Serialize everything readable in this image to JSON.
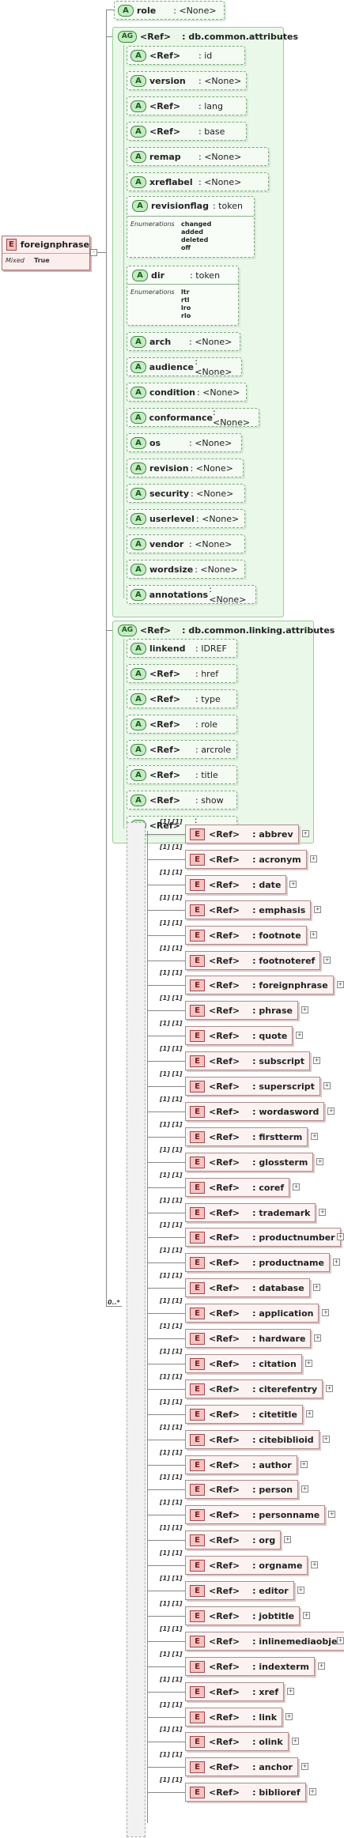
{
  "root": {
    "name": "foreignphrase",
    "badge": "E",
    "mixed_label": "Mixed",
    "mixed_value": "True"
  },
  "role_attr": {
    "badge": "A",
    "name": "role",
    "type": ": <None>"
  },
  "group1": {
    "badge": "AG",
    "ref": "<Ref>",
    "name": ": db.common.attributes",
    "attrs": [
      {
        "badge": "A",
        "name": "<Ref>",
        "type": ": id"
      },
      {
        "badge": "A",
        "name": "version",
        "type": ": <None>"
      },
      {
        "badge": "A",
        "name": "<Ref>",
        "type": ": lang"
      },
      {
        "badge": "A",
        "name": "<Ref>",
        "type": ": base"
      },
      {
        "badge": "A",
        "name": "remap",
        "type": ": <None>"
      },
      {
        "badge": "A",
        "name": "xreflabel",
        "type": ": <None>"
      }
    ],
    "revisionflag": {
      "badge": "A",
      "name": "revisionflag",
      "type": ": token",
      "enum_label": "Enumerations",
      "values": [
        "changed",
        "added",
        "deleted",
        "off"
      ]
    },
    "dir": {
      "badge": "A",
      "name": "dir",
      "type": ": token",
      "enum_label": "Enumerations",
      "values": [
        "ltr",
        "rtl",
        "lro",
        "rlo"
      ]
    },
    "attrs2": [
      {
        "badge": "A",
        "name": "arch",
        "type": ": <None>"
      },
      {
        "badge": "A",
        "name": "audience",
        "type": ": <None>"
      },
      {
        "badge": "A",
        "name": "condition",
        "type": ": <None>"
      },
      {
        "badge": "A",
        "name": "conformance",
        "type": ": <None>"
      },
      {
        "badge": "A",
        "name": "os",
        "type": ": <None>"
      },
      {
        "badge": "A",
        "name": "revision",
        "type": ": <None>"
      },
      {
        "badge": "A",
        "name": "security",
        "type": ": <None>"
      },
      {
        "badge": "A",
        "name": "userlevel",
        "type": ": <None>"
      },
      {
        "badge": "A",
        "name": "vendor",
        "type": ": <None>"
      },
      {
        "badge": "A",
        "name": "wordsize",
        "type": ": <None>"
      },
      {
        "badge": "A",
        "name": "annotations",
        "type": ": <None>"
      }
    ]
  },
  "group2": {
    "badge": "AG",
    "ref": "<Ref>",
    "name": ": db.common.linking.attributes",
    "attrs": [
      {
        "badge": "A",
        "name": "linkend",
        "type": ": IDREF"
      },
      {
        "badge": "A",
        "name": "<Ref>",
        "type": ": href"
      },
      {
        "badge": "A",
        "name": "<Ref>",
        "type": ": type"
      },
      {
        "badge": "A",
        "name": "<Ref>",
        "type": ": role"
      },
      {
        "badge": "A",
        "name": "<Ref>",
        "type": ": arcrole"
      },
      {
        "badge": "A",
        "name": "<Ref>",
        "type": ": title"
      },
      {
        "badge": "A",
        "name": "<Ref>",
        "type": ": show"
      },
      {
        "badge": "A",
        "name": "<Ref>",
        "type": ": actuate"
      }
    ]
  },
  "choice": {
    "occurrence": "0..*",
    "item_occ": "[1] [1]",
    "items": [
      {
        "badge": "E",
        "ref": "<Ref>",
        "name": ": abbrev"
      },
      {
        "badge": "E",
        "ref": "<Ref>",
        "name": ": acronym"
      },
      {
        "badge": "E",
        "ref": "<Ref>",
        "name": ": date"
      },
      {
        "badge": "E",
        "ref": "<Ref>",
        "name": ": emphasis"
      },
      {
        "badge": "E",
        "ref": "<Ref>",
        "name": ": footnote"
      },
      {
        "badge": "E",
        "ref": "<Ref>",
        "name": ": footnoteref"
      },
      {
        "badge": "E",
        "ref": "<Ref>",
        "name": ": foreignphrase"
      },
      {
        "badge": "E",
        "ref": "<Ref>",
        "name": ": phrase"
      },
      {
        "badge": "E",
        "ref": "<Ref>",
        "name": ": quote"
      },
      {
        "badge": "E",
        "ref": "<Ref>",
        "name": ": subscript"
      },
      {
        "badge": "E",
        "ref": "<Ref>",
        "name": ": superscript"
      },
      {
        "badge": "E",
        "ref": "<Ref>",
        "name": ": wordasword"
      },
      {
        "badge": "E",
        "ref": "<Ref>",
        "name": ": firstterm"
      },
      {
        "badge": "E",
        "ref": "<Ref>",
        "name": ": glossterm"
      },
      {
        "badge": "E",
        "ref": "<Ref>",
        "name": ": coref"
      },
      {
        "badge": "E",
        "ref": "<Ref>",
        "name": ": trademark"
      },
      {
        "badge": "E",
        "ref": "<Ref>",
        "name": ": productnumber"
      },
      {
        "badge": "E",
        "ref": "<Ref>",
        "name": ": productname"
      },
      {
        "badge": "E",
        "ref": "<Ref>",
        "name": ": database"
      },
      {
        "badge": "E",
        "ref": "<Ref>",
        "name": ": application"
      },
      {
        "badge": "E",
        "ref": "<Ref>",
        "name": ": hardware"
      },
      {
        "badge": "E",
        "ref": "<Ref>",
        "name": ": citation"
      },
      {
        "badge": "E",
        "ref": "<Ref>",
        "name": ": citerefentry"
      },
      {
        "badge": "E",
        "ref": "<Ref>",
        "name": ": citetitle"
      },
      {
        "badge": "E",
        "ref": "<Ref>",
        "name": ": citebiblioid"
      },
      {
        "badge": "E",
        "ref": "<Ref>",
        "name": ": author"
      },
      {
        "badge": "E",
        "ref": "<Ref>",
        "name": ": person"
      },
      {
        "badge": "E",
        "ref": "<Ref>",
        "name": ": personname"
      },
      {
        "badge": "E",
        "ref": "<Ref>",
        "name": ": org"
      },
      {
        "badge": "E",
        "ref": "<Ref>",
        "name": ": orgname"
      },
      {
        "badge": "E",
        "ref": "<Ref>",
        "name": ": editor"
      },
      {
        "badge": "E",
        "ref": "<Ref>",
        "name": ": jobtitle"
      },
      {
        "badge": "E",
        "ref": "<Ref>",
        "name": ": inlinemediaobject"
      },
      {
        "badge": "E",
        "ref": "<Ref>",
        "name": ": indexterm"
      },
      {
        "badge": "E",
        "ref": "<Ref>",
        "name": ": xref"
      },
      {
        "badge": "E",
        "ref": "<Ref>",
        "name": ": link"
      },
      {
        "badge": "E",
        "ref": "<Ref>",
        "name": ": olink"
      },
      {
        "badge": "E",
        "ref": "<Ref>",
        "name": ": anchor"
      },
      {
        "badge": "E",
        "ref": "<Ref>",
        "name": ": biblioref"
      }
    ]
  }
}
